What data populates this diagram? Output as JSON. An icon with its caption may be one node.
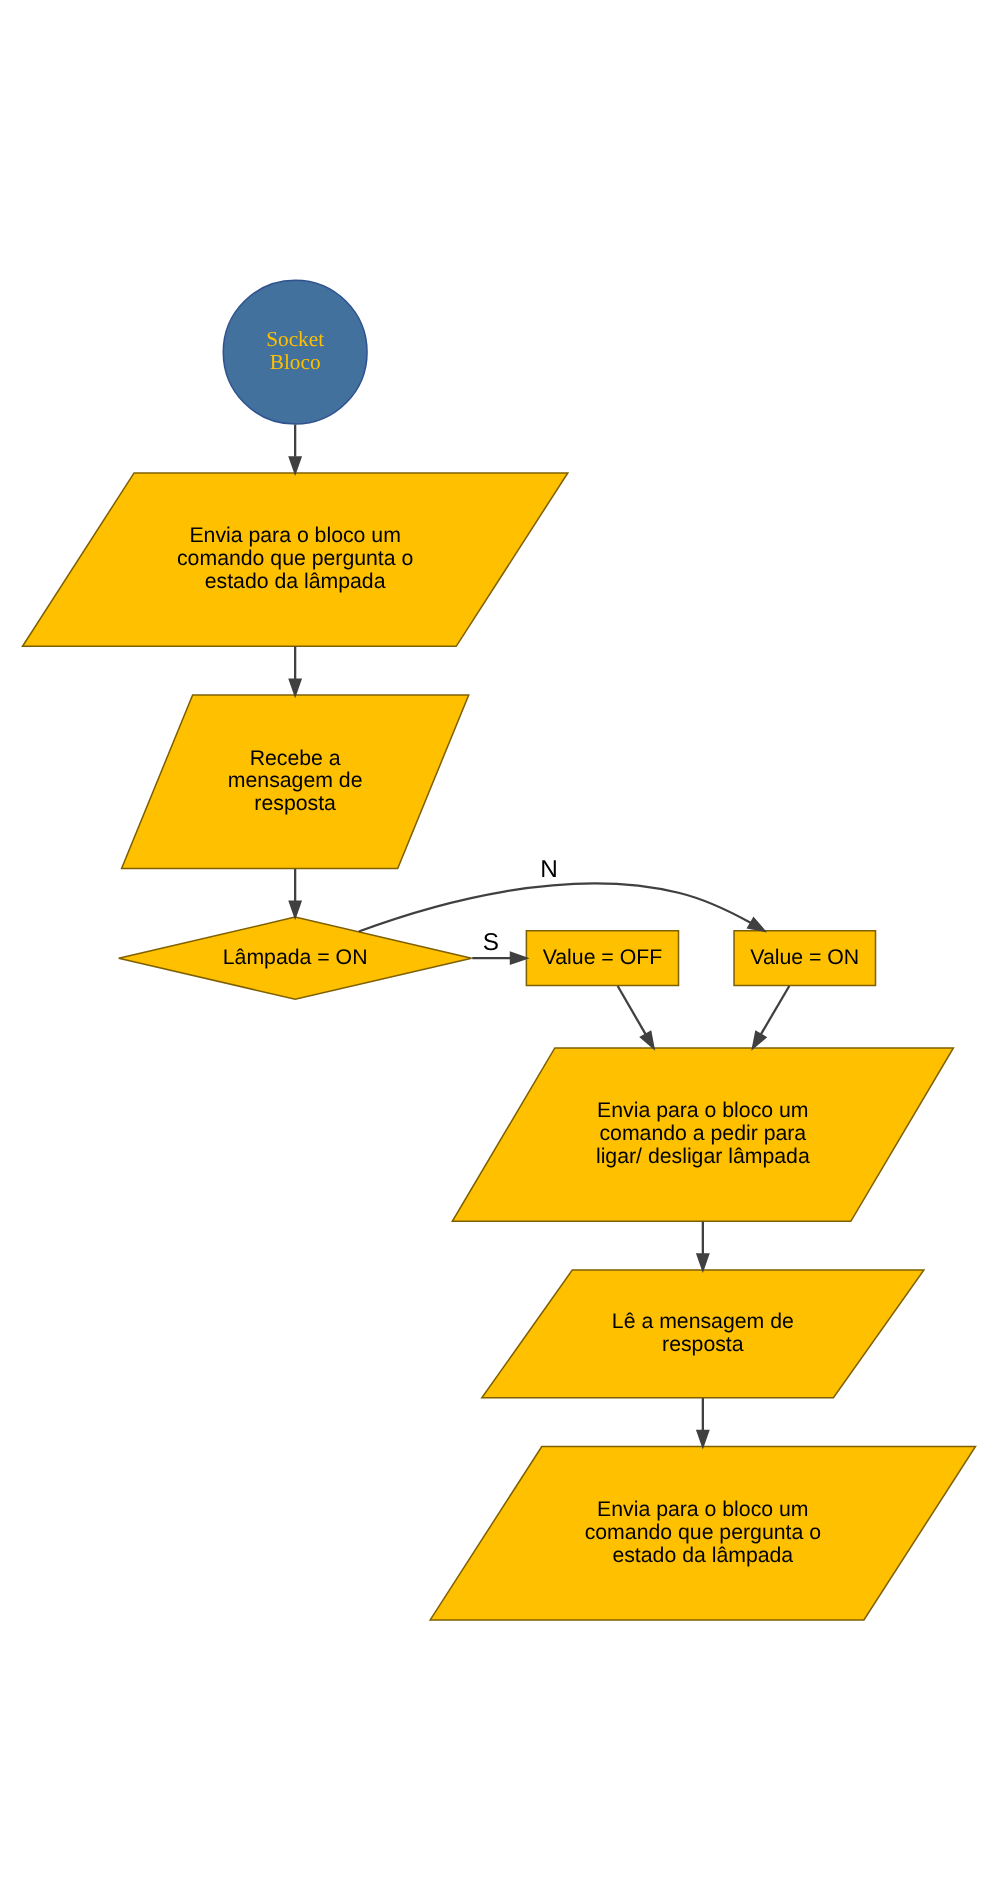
{
  "diagram": {
    "nodes": [
      {
        "text": [
          "Socket Bloco"
        ]
      },
      {
        "text": [
          "Envia para o bloco um comando que pergunta o estado da lâmpada"
        ]
      },
      {
        "text": [
          "Recebe a mensagem de resposta"
        ]
      },
      {
        "text": [
          "Lâmpada = ON"
        ]
      },
      {
        "text": [
          "Value = ON"
        ]
      },
      {
        "text": [
          "Value = OFF"
        ]
      },
      {
        "text": [
          "Envia para o bloco um comando a pedir para ligar/ desligar lâmpada"
        ]
      },
      {
        "text": [
          "Lê a mensagem de resposta"
        ]
      },
      {
        "text": [
          "Envia para o bloco um comando que pergunta o estado da lâmpada"
        ]
      }
    ],
    "edges": [
      {
        "from": 0,
        "to": 1,
        "arrow": "to"
      },
      {
        "from": 1,
        "to": 2,
        "arrow": "to"
      },
      {
        "from": 2,
        "to": 3,
        "arrow": "to"
      },
      {
        "from": 3,
        "to": 4,
        "arrow": "to",
        "label": "N"
      },
      {
        "from": 3,
        "to": 5,
        "arrow": "to",
        "label": "S"
      },
      {
        "from": 4,
        "to": 6,
        "arrow": "to"
      },
      {
        "from": 5,
        "to": 6,
        "arrow": "to"
      },
      {
        "from": 6,
        "to": 7,
        "arrow": "to"
      },
      {
        "from": 7,
        "to": 8,
        "arrow": "to"
      }
    ]
  }
}
